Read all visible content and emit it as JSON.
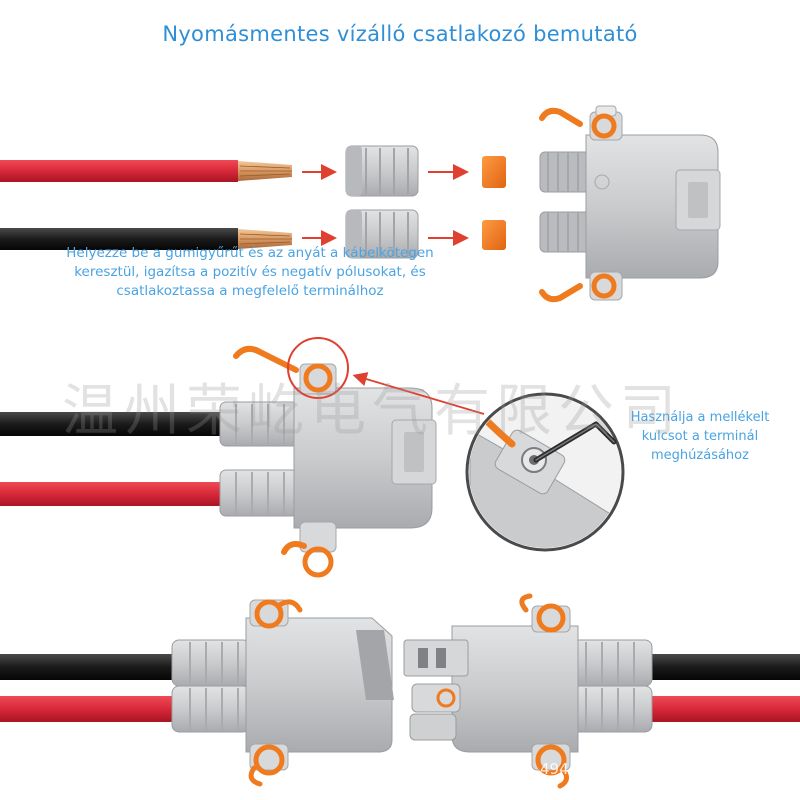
{
  "title": "Nyomásmentes vízálló csatlakozó bemutató",
  "step1_caption": {
    "line1": "Helyezze be a gumigyűrűt és az anyát a kábelkötegen",
    "line2": "keresztül, igazítsa a pozitív és negatív pólusokat, és",
    "line3": "csatlakoztassa a megfelelő terminálhoz"
  },
  "step2_caption": {
    "line1": "Használja a mellékelt",
    "line2": "kulcsot a terminál",
    "line3": "meghúzásához"
  },
  "watermark": "温州荣屹电气有限公司",
  "watermark_number": "4944",
  "colors": {
    "title": "#2f8fd6",
    "caption": "#4aa3e2",
    "cable_red": "#d8283a",
    "cable_black": "#1b1b1b",
    "housing_gray": "#c9cbcd",
    "seal_orange": "#f07a1e",
    "arrow_red": "#e0402f"
  },
  "icons": [
    "arrow-right-icon",
    "magnifier-circle-icon",
    "hex-key-icon"
  ]
}
